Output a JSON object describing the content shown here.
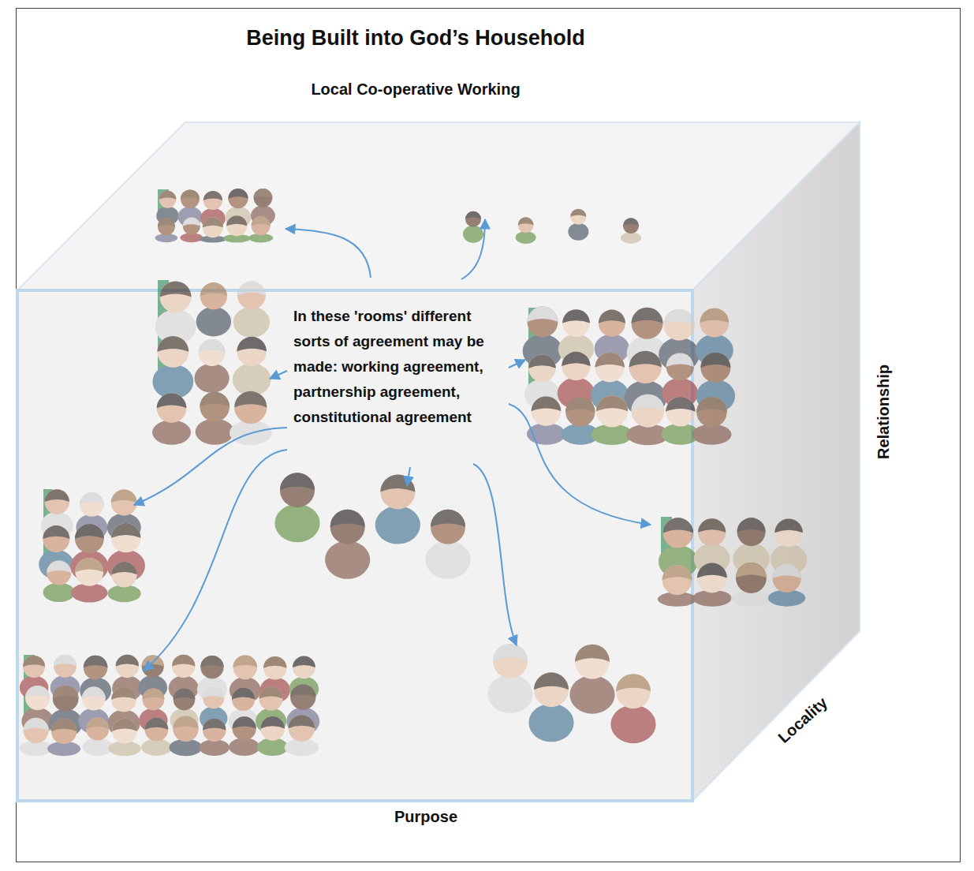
{
  "diagram": {
    "title": "Being Built into God’s Household",
    "labels": [
      "Local Co-operative Working",
      "In these 'rooms' different sorts of agreement may be made: working agreement, partnership agreement, constitutional agreement",
      "Relationship",
      "Locality",
      "Purpose"
    ]
  }
}
